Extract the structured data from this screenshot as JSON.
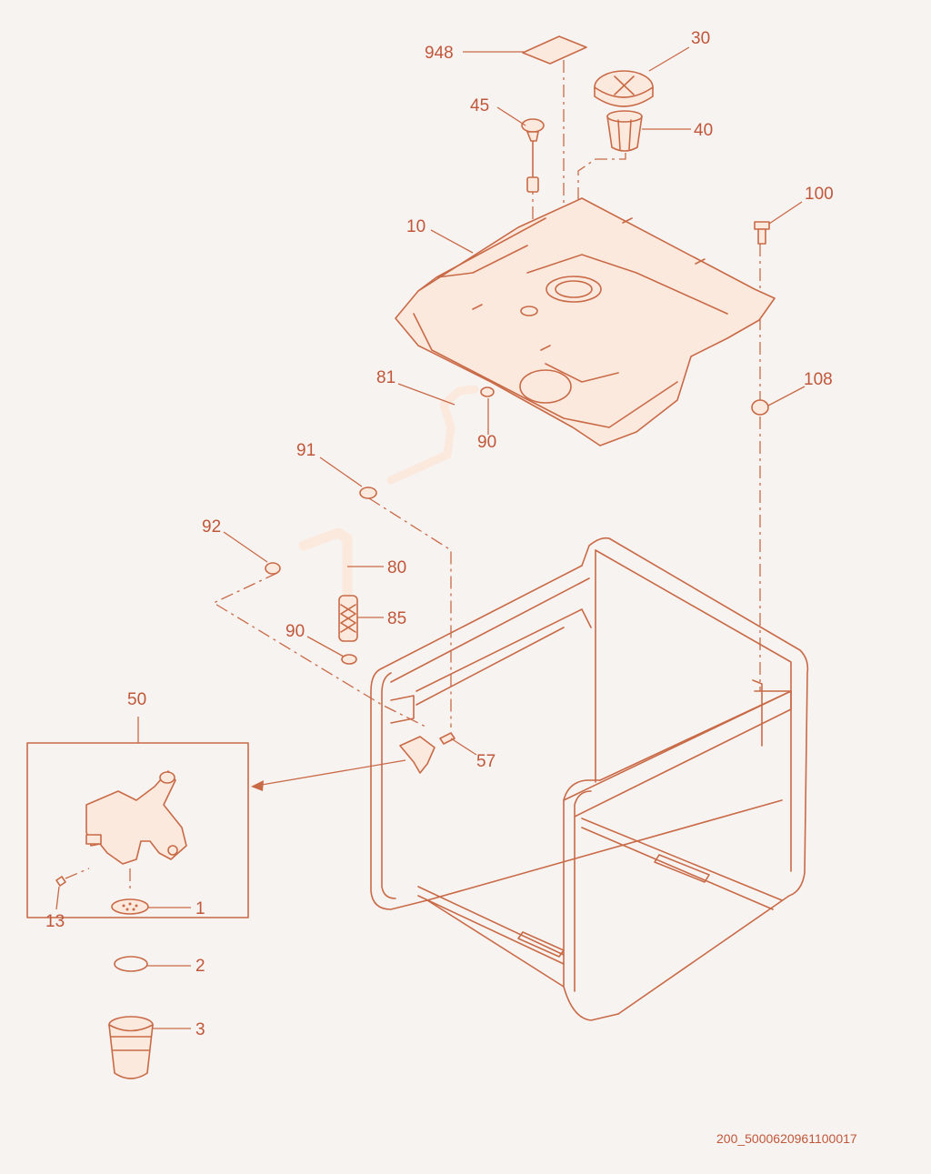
{
  "diagram": {
    "drawing_code": "200_5000620961100017",
    "colors": {
      "line": "#c96a47",
      "text": "#c0573a",
      "background": "#f7f3f1",
      "part_fill": "#fbe9de"
    },
    "callouts": {
      "p948": "948",
      "p30": "30",
      "p45": "45",
      "p40": "40",
      "p100": "100",
      "p10": "10",
      "p108": "108",
      "p81": "81",
      "p90a": "90",
      "p91": "91",
      "p92": "92",
      "p80": "80",
      "p85": "85",
      "p90b": "90",
      "p57": "57",
      "p50": "50",
      "p13": "13",
      "p1": "1",
      "p2": "2",
      "p3": "3"
    }
  }
}
